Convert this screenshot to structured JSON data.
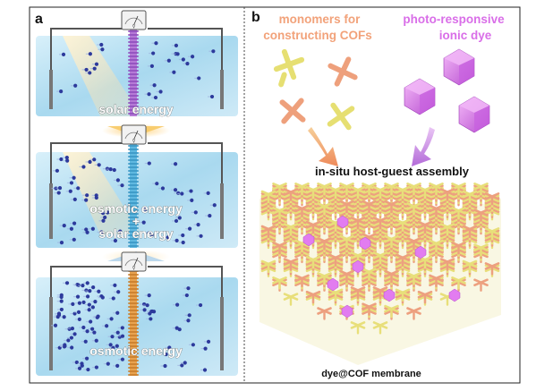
{
  "panel_a": {
    "letter": "a",
    "top_label": "solar energy",
    "middle_label_1": "osmotic energy",
    "middle_plus": "+",
    "middle_label_2": "solar energy",
    "bottom_label": "osmotic energy",
    "meter_label": "V"
  },
  "panel_b": {
    "letter": "b",
    "monomers_label_1": "monomers for",
    "monomers_label_2": "constructing COFs",
    "dye_label_1": "photo-responsive",
    "dye_label_2": "ionic dye",
    "assembly_label": "in-situ host-guest assembly",
    "membrane_label": "dye@COF membrane"
  },
  "colors": {
    "water": "#bfe3f3",
    "ion": "#2d3a9c",
    "membrane_top": "#b57ad6",
    "membrane_middle": "#5fb8e0",
    "membrane_bottom": "#e8a24f",
    "cof_yellow": "#e8df7a",
    "cof_orange": "#eda07f",
    "dye_pink": "#e27cf0"
  }
}
